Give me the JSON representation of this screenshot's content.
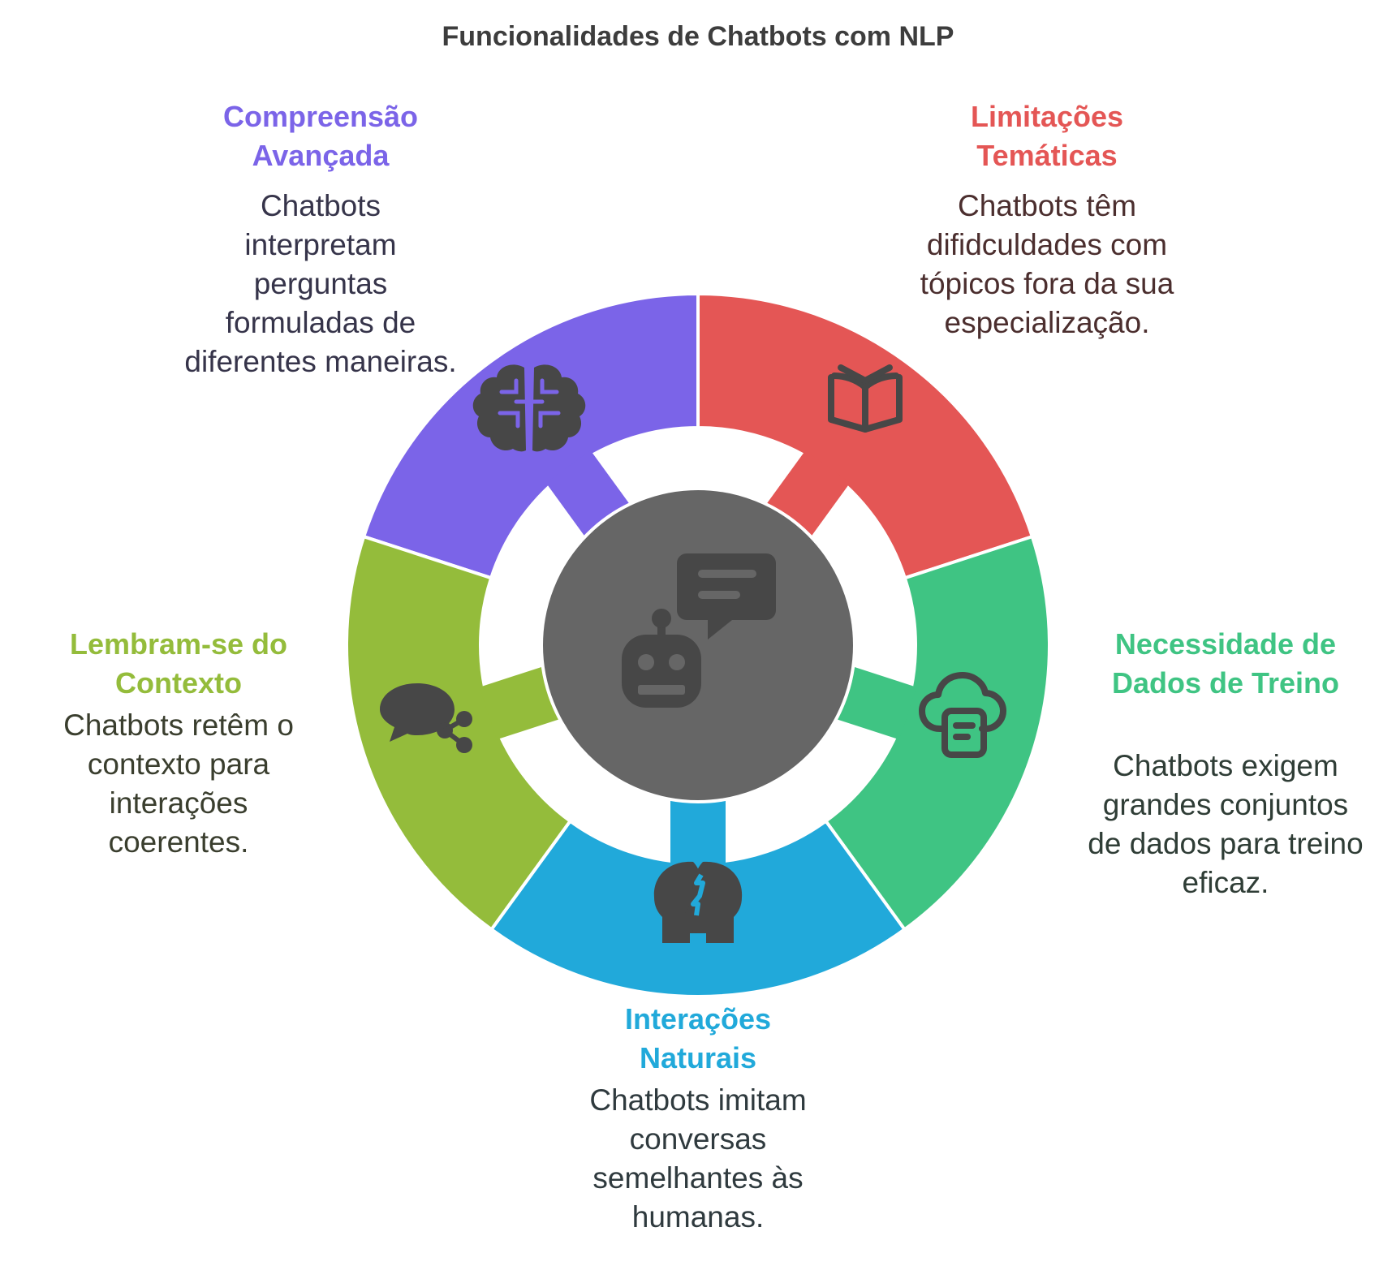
{
  "title": "Funcionalidades de Chatbots com NLP",
  "center_icon": "robot-chat-icon",
  "center_color": "#666666",
  "segments": [
    {
      "id": "compreensao",
      "heading": "Compreensão Avançada",
      "heading_lines": [
        "Compreensão",
        "Avançada"
      ],
      "description_lines": [
        "Chatbots",
        "interpretam",
        "perguntas",
        "formuladas de",
        "diferentes maneiras."
      ],
      "color": "#7b64e8",
      "icon": "brain-icon"
    },
    {
      "id": "limitacoes",
      "heading": "Limitações Temáticas",
      "heading_lines": [
        "Limitações",
        "Temáticas"
      ],
      "description_lines": [
        "Chatbots têm",
        "difidculdades com",
        "tópicos fora da sua",
        "especialização."
      ],
      "color": "#e45655",
      "icon": "open-book-icon"
    },
    {
      "id": "necessidade",
      "heading": "Necessidade de Dados de Treino",
      "heading_lines": [
        "Necessidade de",
        "Dados de Treino"
      ],
      "description_lines": [
        "Chatbots exigem",
        "grandes conjuntos",
        "de dados para treino",
        "eficaz."
      ],
      "color": "#3fc483",
      "icon": "cloud-data-icon"
    },
    {
      "id": "interacoes",
      "heading": "Interações Naturais",
      "heading_lines": [
        "Interações",
        "Naturais"
      ],
      "description_lines": [
        "Chatbots imitam",
        "conversas",
        "semelhantes às",
        "humanas."
      ],
      "color": "#21a9da",
      "icon": "two-heads-icon"
    },
    {
      "id": "lembram",
      "heading": "Lembram-se do Contexto",
      "heading_lines": [
        "Lembram-se do",
        "Contexto"
      ],
      "description_lines": [
        "Chatbots retêm o",
        "contexto para",
        "interações",
        "coerentes."
      ],
      "color": "#94bc3b",
      "icon": "chat-share-icon"
    }
  ]
}
